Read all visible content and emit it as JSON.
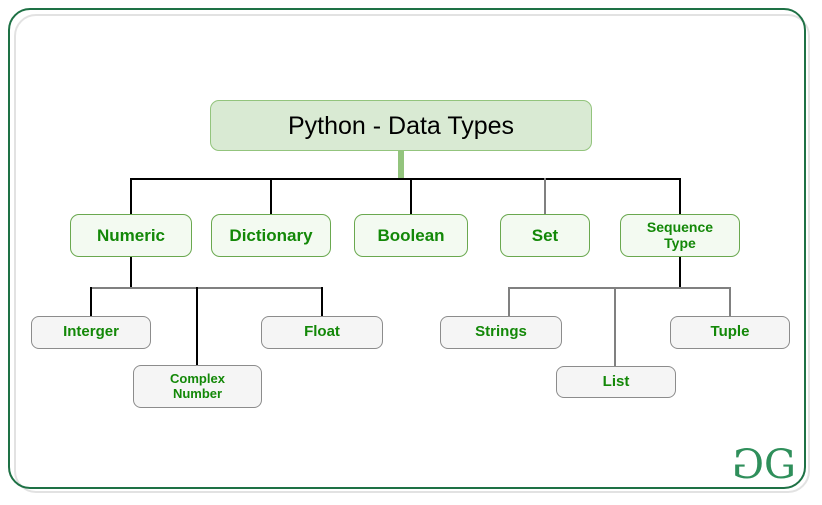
{
  "diagram": {
    "type": "tree",
    "title": "Python - Data Types",
    "root": {
      "id": "root",
      "label": "Python - Data Types"
    },
    "categories": [
      {
        "id": "numeric",
        "label": "Numeric"
      },
      {
        "id": "dictionary",
        "label": "Dictionary"
      },
      {
        "id": "boolean",
        "label": "Boolean"
      },
      {
        "id": "set",
        "label": "Set"
      },
      {
        "id": "sequence",
        "label_line1": "Sequence",
        "label_line2": "Type"
      }
    ],
    "leaves": {
      "numeric": [
        {
          "id": "interger",
          "label": "Interger"
        },
        {
          "id": "complex",
          "label_line1": "Complex",
          "label_line2": "Number"
        },
        {
          "id": "float",
          "label": "Float"
        }
      ],
      "sequence": [
        {
          "id": "strings",
          "label": "Strings"
        },
        {
          "id": "list",
          "label": "List"
        },
        {
          "id": "tuple",
          "label": "Tuple"
        }
      ]
    },
    "edges": [
      {
        "from": "root",
        "to": "numeric"
      },
      {
        "from": "root",
        "to": "dictionary"
      },
      {
        "from": "root",
        "to": "boolean"
      },
      {
        "from": "root",
        "to": "set"
      },
      {
        "from": "root",
        "to": "sequence"
      },
      {
        "from": "numeric",
        "to": "interger"
      },
      {
        "from": "numeric",
        "to": "complex"
      },
      {
        "from": "numeric",
        "to": "float"
      },
      {
        "from": "sequence",
        "to": "strings"
      },
      {
        "from": "sequence",
        "to": "list"
      },
      {
        "from": "sequence",
        "to": "tuple"
      }
    ]
  },
  "branding": {
    "logo_left": "G",
    "logo_right": "G"
  },
  "colors": {
    "frame_green": "#1e7145",
    "frame_gray": "#e2e2e2",
    "title_fill": "#d9ead3",
    "title_border": "#93c47d",
    "category_fill": "#f3faf1",
    "category_border": "#6aa84f",
    "leaf_fill": "#f5f5f5",
    "leaf_border": "#8c8c8c",
    "label_green": "#138808",
    "line_black": "#000000",
    "line_gray": "#808080",
    "logo_green": "#2f8f5b"
  }
}
